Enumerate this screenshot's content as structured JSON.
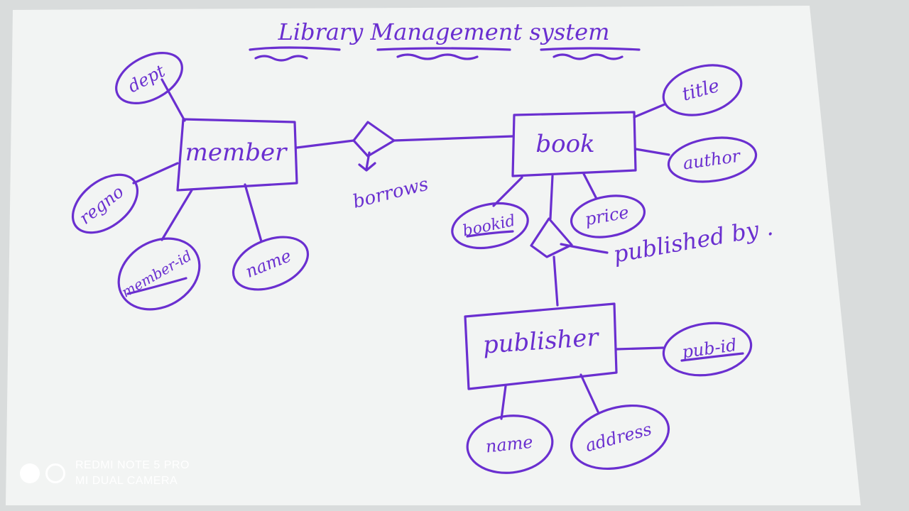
{
  "colors": {
    "ink": "#6a2fd0",
    "paper": "#f2f4f3",
    "background": "#d9dcdc"
  },
  "title": "Library Management system",
  "entities": {
    "member": "member",
    "book": "book",
    "publisher": "publisher"
  },
  "relationships": {
    "borrows": "borrows",
    "published_by": "published by ."
  },
  "attributes": {
    "dept": "dept",
    "regno": "regno",
    "member_id": "member-id",
    "member_name": "name",
    "title": "title",
    "author": "author",
    "bookid": "bookid",
    "price": "price",
    "pub_id": "pub-id",
    "publisher_name": "name",
    "address": "address"
  },
  "watermark": {
    "line1": "REDMI NOTE 5 PRO",
    "line2": "MI DUAL CAMERA"
  }
}
